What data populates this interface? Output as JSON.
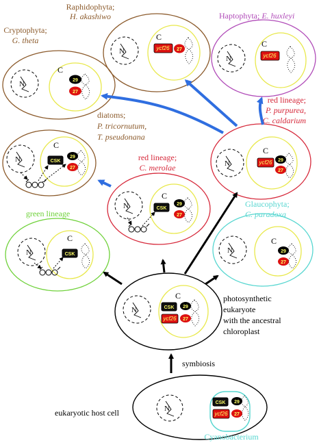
{
  "colors": {
    "brown": "#8b5a2b",
    "magenta": "#b04bb8",
    "red": "#d6283a",
    "green": "#6fd13a",
    "cyan": "#56d6d0",
    "yellow": "#e8e84a",
    "blue_arrow": "#2f6ee0",
    "gene_fill": "#dd1111"
  },
  "labels": {
    "raphidophyta": "Raphidophyta;",
    "raphidophyta_sp": "H. akashiwo",
    "cryptophyta": "Cryptophyta;",
    "cryptophyta_sp": "G. theta",
    "haptophyta": "Haptophyta;",
    "haptophyta_sp": "E. huxleyi",
    "red_lineage_top": "red lineage;",
    "red_top_sp1": "P. purpurea,",
    "red_top_sp2": "C. caldarium",
    "diatoms": "diatoms;",
    "diatoms_sp1": "P. tricornutum,",
    "diatoms_sp2": "T. pseudonana",
    "red_lineage_mid": "red lineage;",
    "red_mid_sp": "C. merolae",
    "green_lineage": "green lineage",
    "glaucophyta": "Glaucophyta;",
    "glaucophyta_sp": "C. paradoxa",
    "ancestor_1": "photosynthetic",
    "ancestor_2": "eukaryote",
    "ancestor_3": "with the ancestral",
    "ancestor_4": "chloroplast",
    "symbiosis": "symbiosis",
    "host": "eukaryotic host cell",
    "cyanobacterium": "Cyanobacterium"
  },
  "symbols": {
    "nucleus": "N",
    "chloroplast": "C",
    "csk": "CSK",
    "ycf26": "ycf26",
    "gene29": "29",
    "gene27": "27"
  }
}
